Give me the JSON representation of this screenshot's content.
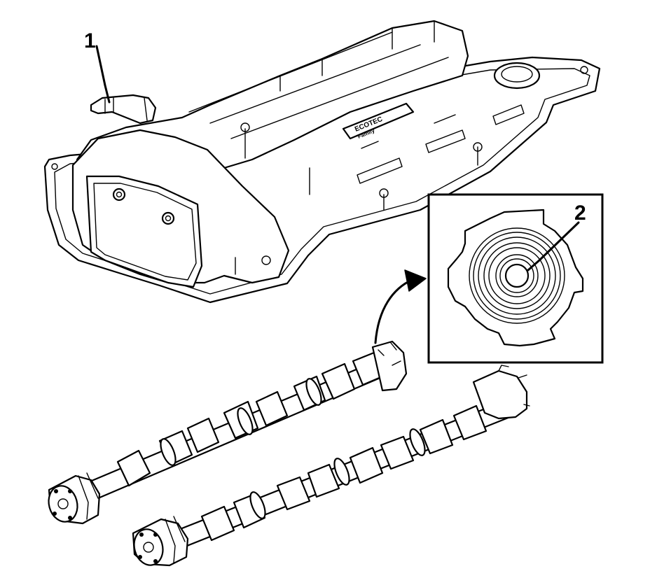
{
  "callouts": [
    {
      "id": "1",
      "label": "1"
    },
    {
      "id": "2",
      "label": "2"
    }
  ],
  "badge": {
    "line1": "ECOTEC",
    "line2": "Family"
  }
}
